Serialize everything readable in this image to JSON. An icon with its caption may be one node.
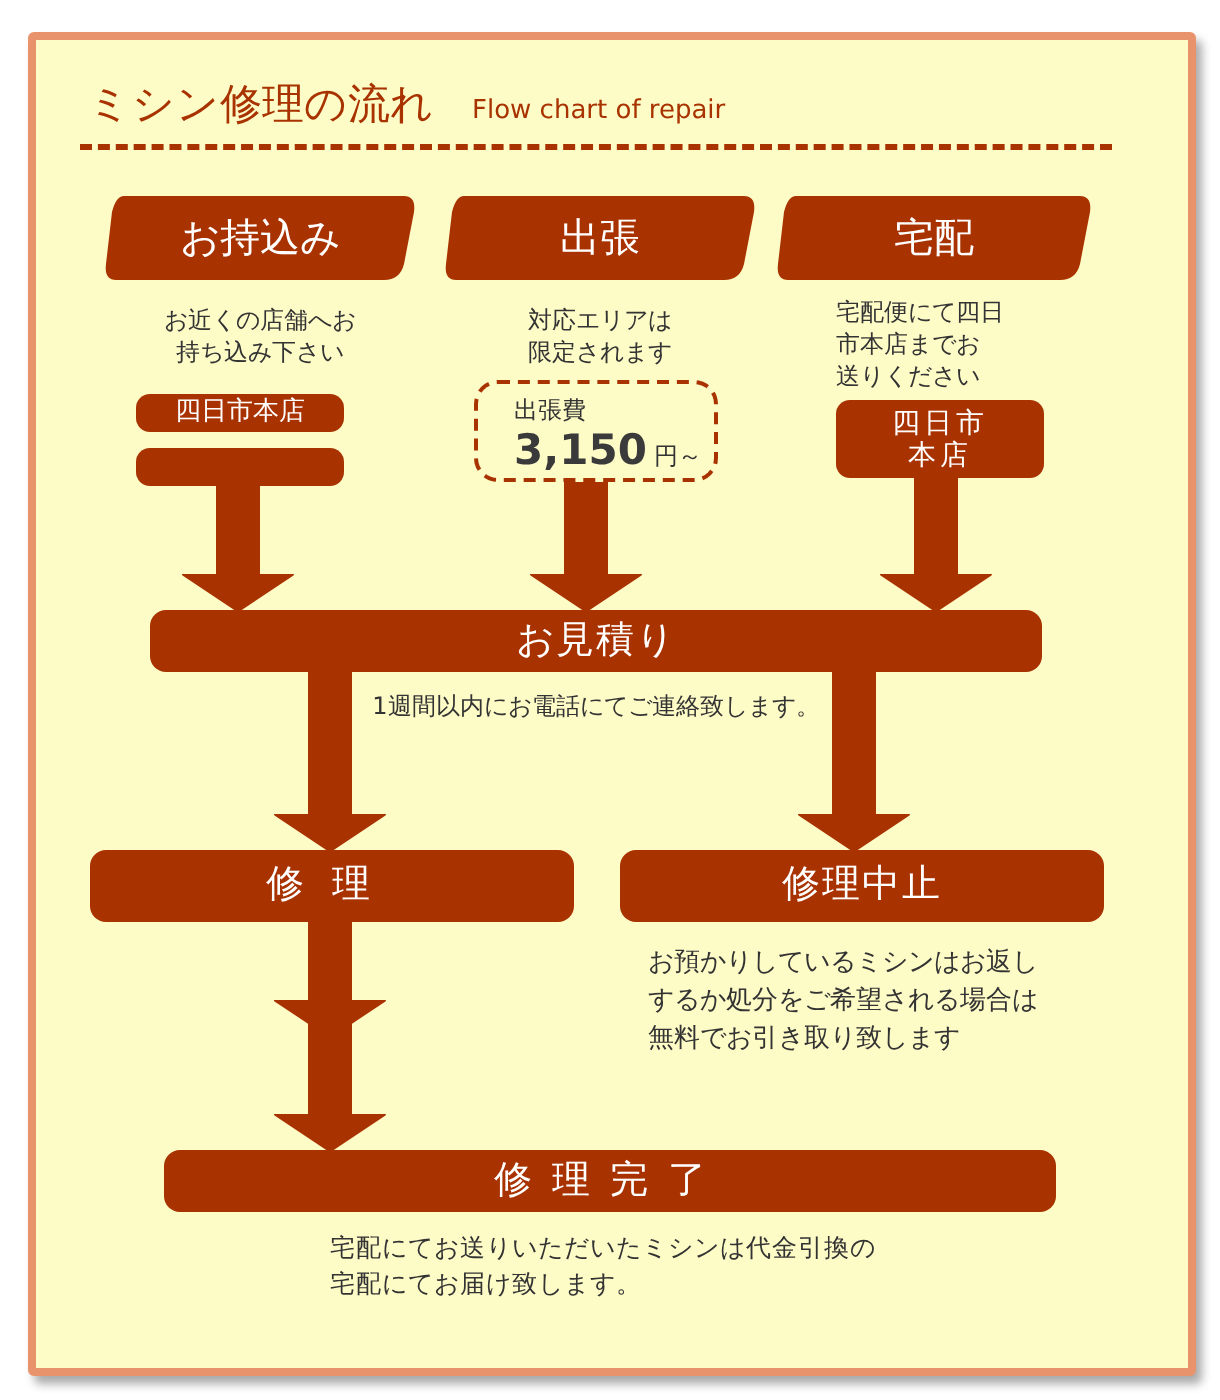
{
  "diagram": {
    "title": "ミシン修理の流れ",
    "nodes": [
      {
        "text": [
          "お持込み"
        ],
        "beside": [
          "お近くの店舗へお持ち込み下さい"
        ]
      },
      {
        "text": [
          "出張"
        ],
        "beside": [
          "対応エリアは限定されます"
        ]
      },
      {
        "text": [
          "宅配"
        ],
        "beside": [
          "宅配便にて四日市本店までお送りください"
        ]
      },
      {
        "text": [
          "四日市本店"
        ]
      },
      {
        "text": [],
        "shape": "box"
      },
      {
        "text": [
          "出張費",
          "3,150",
          "円～"
        ]
      },
      {
        "text": [
          "四日市本店"
        ]
      },
      {
        "text": [
          "お見積り"
        ],
        "beside": [
          "1週間以内にお電話にてご連絡致します。"
        ]
      },
      {
        "text": [
          "修理"
        ]
      },
      {
        "text": [
          "修理中止"
        ],
        "beside": [
          "お預かりしているミシンはお返しするか処分をご希望される場合は無料でお引き取り致します"
        ]
      },
      {
        "text": [
          "修理完了"
        ],
        "beside": [
          "宅配にてお送りいただいたミシンは代金引換の宅配にてお届け致します。"
        ]
      }
    ],
    "edges": [
      {
        "from": 4,
        "to": 7,
        "arrow": "to"
      },
      {
        "from": 5,
        "to": 7,
        "arrow": "to"
      },
      {
        "from": 6,
        "to": 7,
        "arrow": "to"
      },
      {
        "from": 7,
        "to": 8,
        "arrow": "to"
      },
      {
        "from": 7,
        "to": 9,
        "arrow": "to"
      },
      {
        "from": 8,
        "to": 10,
        "arrow": "to"
      }
    ],
    "labels": [
      "Flow chart of repair"
    ]
  }
}
